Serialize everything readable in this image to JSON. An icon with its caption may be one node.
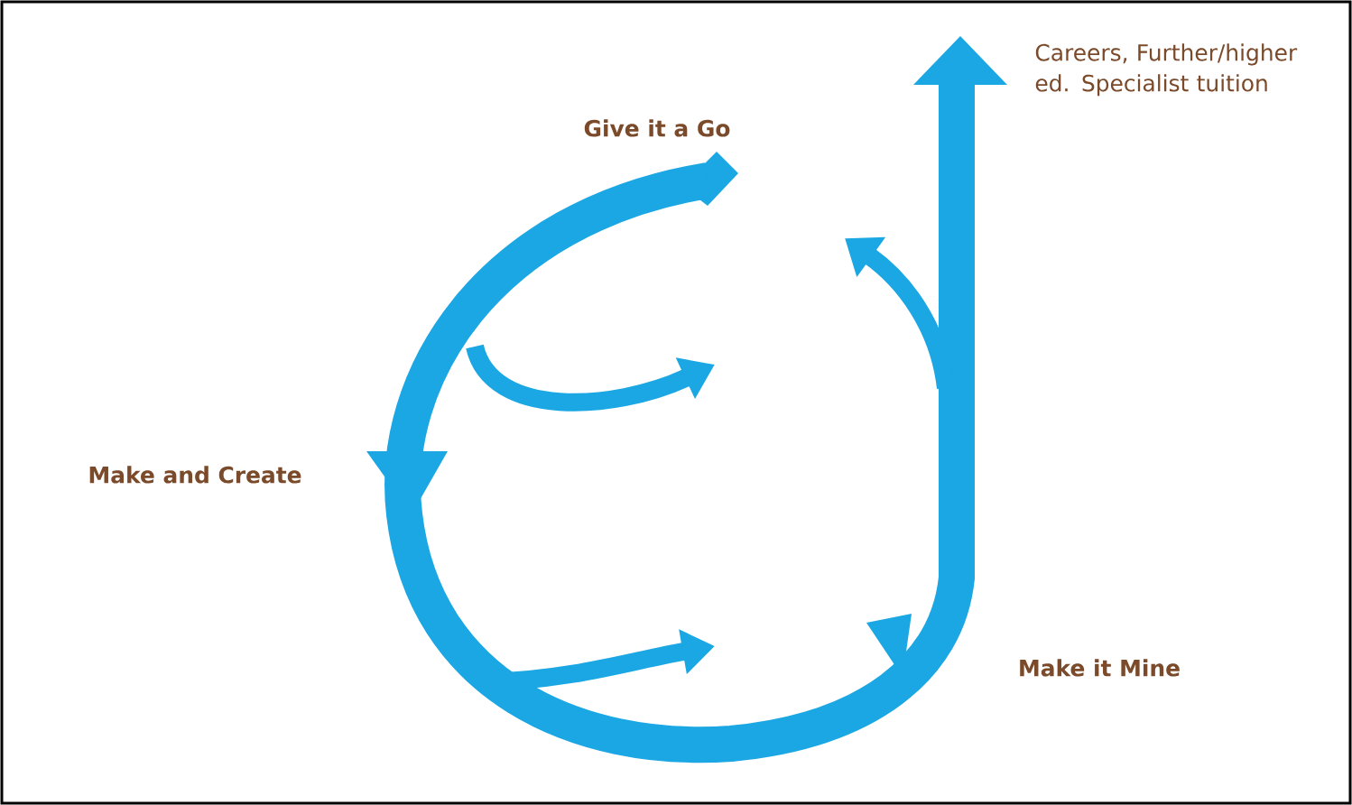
{
  "diagram": {
    "labels": [
      "Give it a Go",
      "Careers, Further/higher ed. Specialist tuition",
      "Make and Create",
      "Make it Mine"
    ]
  }
}
